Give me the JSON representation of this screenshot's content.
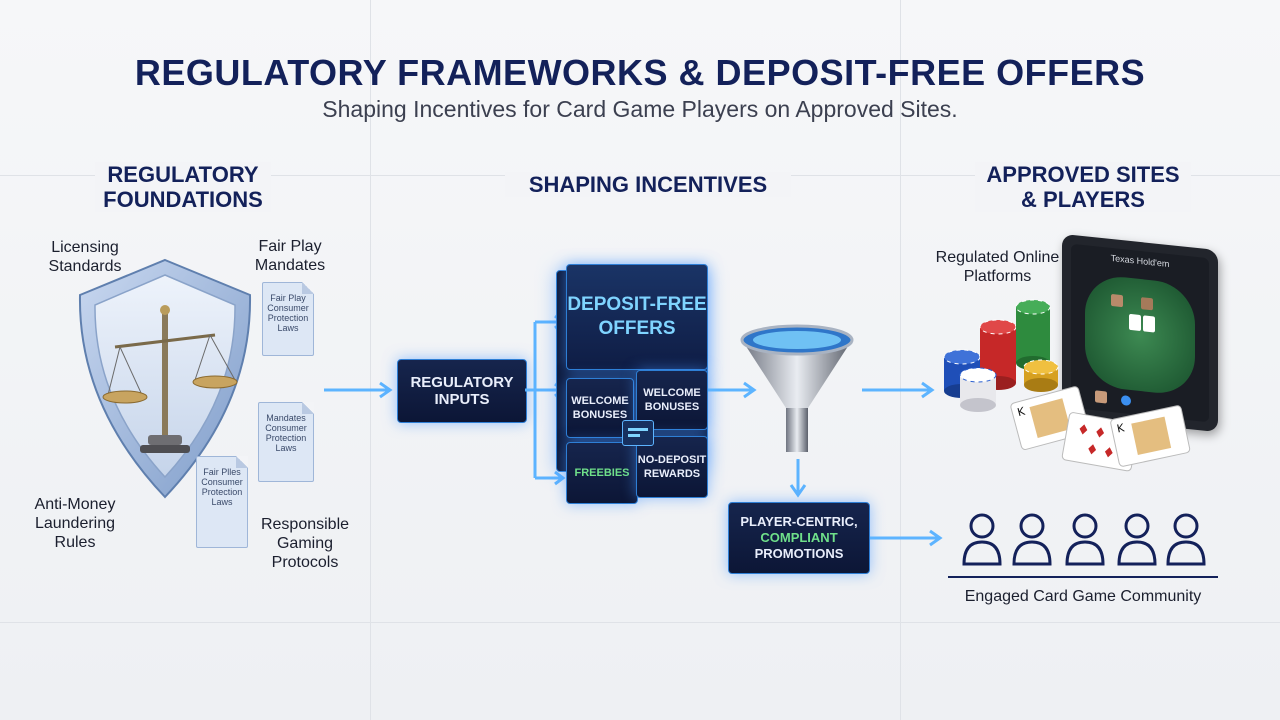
{
  "header": {
    "title": "REGULATORY FRAMEWORKS & DEPOSIT-FREE OFFERS",
    "subtitle": "Shaping Incentives for Card Game Players on Approved Sites."
  },
  "columns": {
    "left": "REGULATORY\nFOUNDATIONS",
    "middle": "SHAPING INCENTIVES",
    "right": "APPROVED SITES\n& PLAYERS"
  },
  "left_labels": {
    "licensing": "Licensing\nStandards",
    "fair_play": "Fair Play\nMandates",
    "aml": "Anti-Money\nLaundering\nRules",
    "responsible": "Responsible\nGaming\nProtocols"
  },
  "docs": {
    "doc1": "Fair Play\nConsumer\nProtection\nLaws",
    "doc2": "Mandates\nConsumer\nProtection\nLaws",
    "doc3": "Fair Plles\nConsumer\nProtection\nLaws"
  },
  "middle": {
    "regulatory_inputs": "REGULATORY\nINPUTS",
    "deposit_free": "DEPOSIT-FREE\nOFFERS",
    "welcome_1": "WELCOME\nBONUSES",
    "welcome_2": "WELCOME\nBONUSES",
    "freebies": "FREEBIES",
    "no_deposit": "NO-DEPOSIT\nREWARDS",
    "player_centric_1": "PLAYER-CENTRIC,",
    "player_centric_2": "COMPLIANT",
    "player_centric_3": "PROMOTIONS"
  },
  "right": {
    "platforms": "Regulated Online\nPlatforms",
    "tablet_title": "Texas Hold'em",
    "community": "Engaged Card Game Community"
  },
  "colors": {
    "navy": "#13215a",
    "glow": "#4aa8ff",
    "green": "#6fe08a",
    "cyan": "#7fd4ff"
  }
}
